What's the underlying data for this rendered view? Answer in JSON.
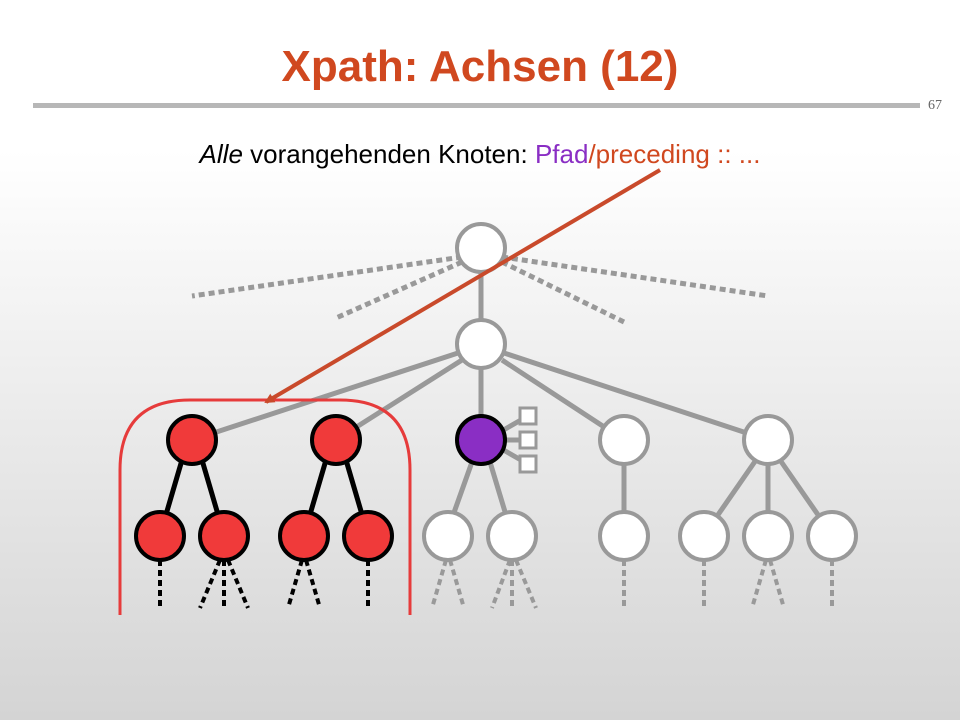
{
  "slide": {
    "title": "Xpath: Achsen (12)",
    "page_number": "67"
  },
  "subtitle": {
    "lead_italic": "Alle",
    "middle": " vorangehenden Knoten: ",
    "path": "Pfad",
    "slash": "/",
    "axis": "preceding :: ..."
  },
  "colors": {
    "title": "#d0481f",
    "selected_node": "#8a2ec4",
    "preceding_node": "#f03a3a",
    "plain_node": "#ffffff",
    "edge": "#999999",
    "arrow": "#c94a2b"
  }
}
